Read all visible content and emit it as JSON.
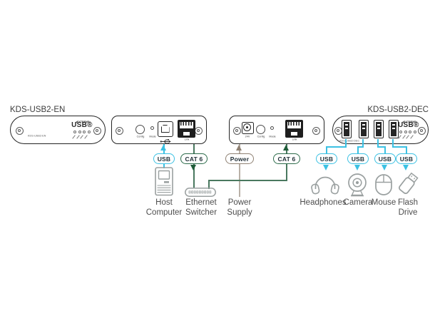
{
  "titles": {
    "encoder": "KDS-USB2-EN",
    "decoder": "KDS-USB2-DEC"
  },
  "logo": {
    "top": "◂EXTREME▸",
    "main": "USB®"
  },
  "models": {
    "encoder": "KDS-USB2-EN",
    "decoder": "KDS-USB2-DEC"
  },
  "ports": {
    "config": "Config",
    "mode": "Mode",
    "link": "Link",
    "dc": "24V"
  },
  "badges": {
    "usb": "USB",
    "cat6": "CAT 6",
    "power": "Power"
  },
  "peripherals": {
    "host": "Host Computer",
    "switcher": "Ethernet Switcher",
    "psu": "Power Supply",
    "headphones": "Headphones",
    "camera": "Camera",
    "mouse": "Mouse",
    "flash": "Flash Drive"
  },
  "colors": {
    "usb_cyan": "#3BC1E3",
    "cat6_green": "#2C6B4A",
    "cat6_arrow_green": "#1F5C39",
    "power_taupe": "#8F8173",
    "icon_grey": "#9AA0A0",
    "device_outline": "#242424"
  }
}
